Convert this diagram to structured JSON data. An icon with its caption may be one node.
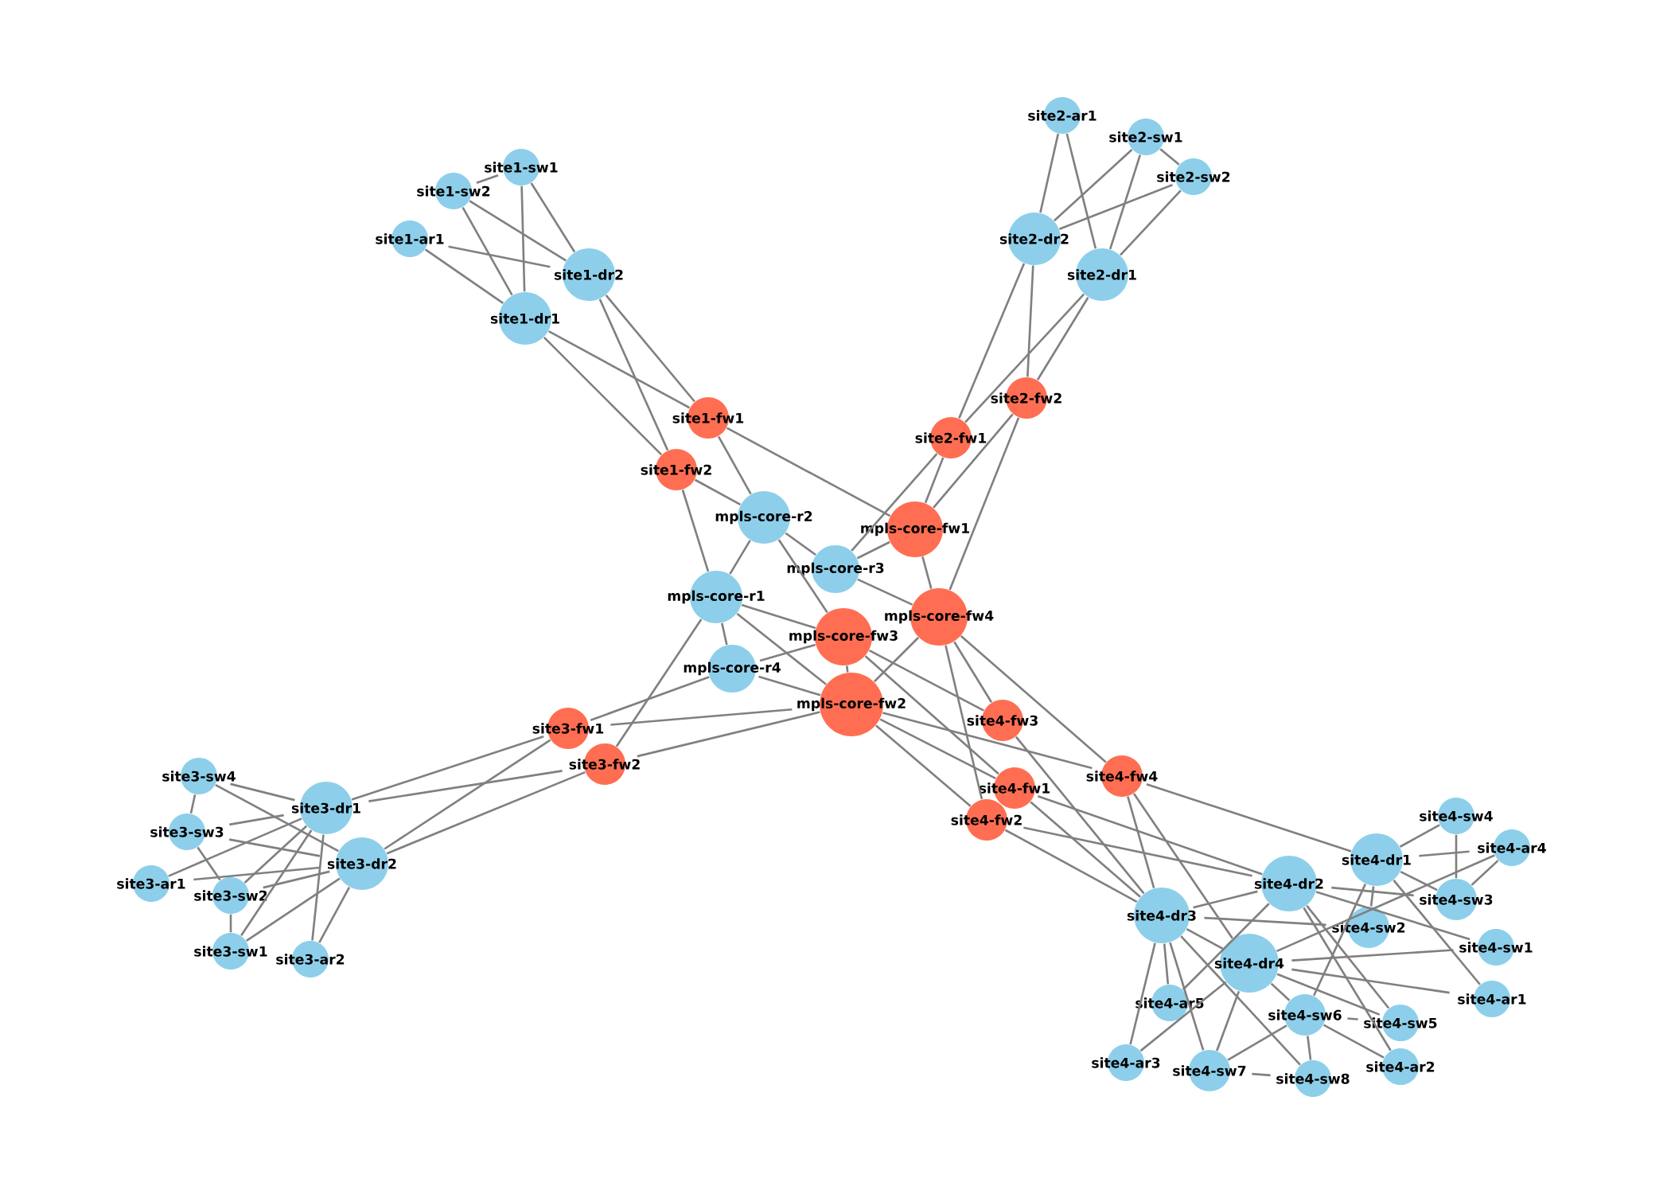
{
  "diagram": {
    "nodes": [
      {
        "text": [
          "site1-sw1"
        ]
      },
      {
        "text": [
          "site1-sw2"
        ]
      },
      {
        "text": [
          "site1-ar1"
        ]
      },
      {
        "text": [
          "site1-dr2"
        ]
      },
      {
        "text": [
          "site1-dr1"
        ]
      },
      {
        "text": [
          "site1-fw1"
        ]
      },
      {
        "text": [
          "site1-fw2"
        ]
      },
      {
        "text": [
          "site2-ar1"
        ]
      },
      {
        "text": [
          "site2-sw1"
        ]
      },
      {
        "text": [
          "site2-sw2"
        ]
      },
      {
        "text": [
          "site2-dr2"
        ]
      },
      {
        "text": [
          "site2-dr1"
        ]
      },
      {
        "text": [
          "site2-fw2"
        ]
      },
      {
        "text": [
          "site2-fw1"
        ]
      },
      {
        "text": [
          "mpls-core-r2"
        ]
      },
      {
        "text": [
          "mpls-core-r3"
        ]
      },
      {
        "text": [
          "mpls-core-fw1"
        ]
      },
      {
        "text": [
          "mpls-core-r1"
        ]
      },
      {
        "text": [
          "mpls-core-r4"
        ]
      },
      {
        "text": [
          "mpls-core-fw3"
        ]
      },
      {
        "text": [
          "mpls-core-fw4"
        ]
      },
      {
        "text": [
          "mpls-core-fw2"
        ]
      },
      {
        "text": [
          "site3-fw1"
        ]
      },
      {
        "text": [
          "site3-fw2"
        ]
      },
      {
        "text": [
          "site3-sw4"
        ]
      },
      {
        "text": [
          "site3-sw3"
        ]
      },
      {
        "text": [
          "site3-dr1"
        ]
      },
      {
        "text": [
          "site3-dr2"
        ]
      },
      {
        "text": [
          "site3-ar1"
        ]
      },
      {
        "text": [
          "site3-sw2"
        ]
      },
      {
        "text": [
          "site3-sw1"
        ]
      },
      {
        "text": [
          "site3-ar2"
        ]
      },
      {
        "text": [
          "site4-fw3"
        ]
      },
      {
        "text": [
          "site4-fw1"
        ]
      },
      {
        "text": [
          "site4-fw4"
        ]
      },
      {
        "text": [
          "site4-fw2"
        ]
      },
      {
        "text": [
          "site4-sw4"
        ]
      },
      {
        "text": [
          "site4-ar4"
        ]
      },
      {
        "text": [
          "site4-dr1"
        ]
      },
      {
        "text": [
          "site4-dr2"
        ]
      },
      {
        "text": [
          "site4-sw3"
        ]
      },
      {
        "text": [
          "site4-dr3"
        ]
      },
      {
        "text": [
          "site4-sw1"
        ]
      },
      {
        "text": [
          "site4-sw2"
        ]
      },
      {
        "text": [
          "site4-dr4"
        ]
      },
      {
        "text": [
          "site4-ar5"
        ]
      },
      {
        "text": [
          "site4-sw6"
        ]
      },
      {
        "text": [
          "site4-ar1"
        ]
      },
      {
        "text": [
          "site4-sw5"
        ]
      },
      {
        "text": [
          "site4-ar3"
        ]
      },
      {
        "text": [
          "site4-sw7"
        ]
      },
      {
        "text": [
          "site4-sw8"
        ]
      },
      {
        "text": [
          "site4-ar2"
        ]
      }
    ],
    "edges": [
      {
        "from": 0,
        "to": 1,
        "arrow": "none"
      },
      {
        "from": 0,
        "to": 3,
        "arrow": "none"
      },
      {
        "from": 0,
        "to": 4,
        "arrow": "none"
      },
      {
        "from": 1,
        "to": 3,
        "arrow": "none"
      },
      {
        "from": 1,
        "to": 4,
        "arrow": "none"
      },
      {
        "from": 2,
        "to": 3,
        "arrow": "none"
      },
      {
        "from": 2,
        "to": 4,
        "arrow": "none"
      },
      {
        "from": 3,
        "to": 5,
        "arrow": "none"
      },
      {
        "from": 3,
        "to": 6,
        "arrow": "none"
      },
      {
        "from": 4,
        "to": 5,
        "arrow": "none"
      },
      {
        "from": 4,
        "to": 6,
        "arrow": "none"
      },
      {
        "from": 5,
        "to": 14,
        "arrow": "none"
      },
      {
        "from": 5,
        "to": 16,
        "arrow": "none"
      },
      {
        "from": 6,
        "to": 17,
        "arrow": "none"
      },
      {
        "from": 6,
        "to": 14,
        "arrow": "none"
      },
      {
        "from": 7,
        "to": 10,
        "arrow": "none"
      },
      {
        "from": 7,
        "to": 11,
        "arrow": "none"
      },
      {
        "from": 8,
        "to": 10,
        "arrow": "none"
      },
      {
        "from": 8,
        "to": 11,
        "arrow": "none"
      },
      {
        "from": 9,
        "to": 10,
        "arrow": "none"
      },
      {
        "from": 9,
        "to": 11,
        "arrow": "none"
      },
      {
        "from": 8,
        "to": 9,
        "arrow": "none"
      },
      {
        "from": 10,
        "to": 12,
        "arrow": "none"
      },
      {
        "from": 10,
        "to": 13,
        "arrow": "none"
      },
      {
        "from": 11,
        "to": 12,
        "arrow": "none"
      },
      {
        "from": 11,
        "to": 13,
        "arrow": "none"
      },
      {
        "from": 12,
        "to": 16,
        "arrow": "none"
      },
      {
        "from": 12,
        "to": 20,
        "arrow": "none"
      },
      {
        "from": 13,
        "to": 16,
        "arrow": "none"
      },
      {
        "from": 13,
        "to": 15,
        "arrow": "none"
      },
      {
        "from": 14,
        "to": 17,
        "arrow": "none"
      },
      {
        "from": 14,
        "to": 15,
        "arrow": "none"
      },
      {
        "from": 15,
        "to": 16,
        "arrow": "none"
      },
      {
        "from": 17,
        "to": 18,
        "arrow": "none"
      },
      {
        "from": 14,
        "to": 19,
        "arrow": "none"
      },
      {
        "from": 17,
        "to": 19,
        "arrow": "none"
      },
      {
        "from": 18,
        "to": 21,
        "arrow": "none"
      },
      {
        "from": 15,
        "to": 20,
        "arrow": "none"
      },
      {
        "from": 16,
        "to": 20,
        "arrow": "none"
      },
      {
        "from": 19,
        "to": 21,
        "arrow": "none"
      },
      {
        "from": 20,
        "to": 21,
        "arrow": "none"
      },
      {
        "from": 17,
        "to": 21,
        "arrow": "none"
      },
      {
        "from": 18,
        "to": 19,
        "arrow": "none"
      },
      {
        "from": 22,
        "to": 26,
        "arrow": "none"
      },
      {
        "from": 22,
        "to": 27,
        "arrow": "none"
      },
      {
        "from": 23,
        "to": 26,
        "arrow": "none"
      },
      {
        "from": 23,
        "to": 27,
        "arrow": "none"
      },
      {
        "from": 22,
        "to": 21,
        "arrow": "none"
      },
      {
        "from": 22,
        "to": 18,
        "arrow": "none"
      },
      {
        "from": 23,
        "to": 21,
        "arrow": "none"
      },
      {
        "from": 23,
        "to": 17,
        "arrow": "none"
      },
      {
        "from": 24,
        "to": 26,
        "arrow": "none"
      },
      {
        "from": 24,
        "to": 27,
        "arrow": "none"
      },
      {
        "from": 25,
        "to": 26,
        "arrow": "none"
      },
      {
        "from": 25,
        "to": 27,
        "arrow": "none"
      },
      {
        "from": 28,
        "to": 26,
        "arrow": "none"
      },
      {
        "from": 28,
        "to": 27,
        "arrow": "none"
      },
      {
        "from": 29,
        "to": 26,
        "arrow": "none"
      },
      {
        "from": 29,
        "to": 27,
        "arrow": "none"
      },
      {
        "from": 30,
        "to": 26,
        "arrow": "none"
      },
      {
        "from": 30,
        "to": 27,
        "arrow": "none"
      },
      {
        "from": 31,
        "to": 26,
        "arrow": "none"
      },
      {
        "from": 31,
        "to": 27,
        "arrow": "none"
      },
      {
        "from": 24,
        "to": 25,
        "arrow": "none"
      },
      {
        "from": 25,
        "to": 29,
        "arrow": "none"
      },
      {
        "from": 29,
        "to": 30,
        "arrow": "none"
      },
      {
        "from": 32,
        "to": 19,
        "arrow": "none"
      },
      {
        "from": 32,
        "to": 20,
        "arrow": "none"
      },
      {
        "from": 33,
        "to": 21,
        "arrow": "none"
      },
      {
        "from": 33,
        "to": 19,
        "arrow": "none"
      },
      {
        "from": 34,
        "to": 20,
        "arrow": "none"
      },
      {
        "from": 34,
        "to": 21,
        "arrow": "none"
      },
      {
        "from": 35,
        "to": 21,
        "arrow": "none"
      },
      {
        "from": 35,
        "to": 20,
        "arrow": "none"
      },
      {
        "from": 34,
        "to": 38,
        "arrow": "none"
      },
      {
        "from": 32,
        "to": 41,
        "arrow": "none"
      },
      {
        "from": 33,
        "to": 39,
        "arrow": "none"
      },
      {
        "from": 33,
        "to": 41,
        "arrow": "none"
      },
      {
        "from": 34,
        "to": 44,
        "arrow": "none"
      },
      {
        "from": 34,
        "to": 41,
        "arrow": "none"
      },
      {
        "from": 35,
        "to": 41,
        "arrow": "none"
      },
      {
        "from": 35,
        "to": 39,
        "arrow": "none"
      },
      {
        "from": 36,
        "to": 38,
        "arrow": "none"
      },
      {
        "from": 37,
        "to": 40,
        "arrow": "none"
      },
      {
        "from": 36,
        "to": 40,
        "arrow": "none"
      },
      {
        "from": 37,
        "to": 38,
        "arrow": "none"
      },
      {
        "from": 37,
        "to": 44,
        "arrow": "none"
      },
      {
        "from": 40,
        "to": 38,
        "arrow": "none"
      },
      {
        "from": 40,
        "to": 39,
        "arrow": "none"
      },
      {
        "from": 42,
        "to": 39,
        "arrow": "none"
      },
      {
        "from": 42,
        "to": 44,
        "arrow": "none"
      },
      {
        "from": 43,
        "to": 41,
        "arrow": "none"
      },
      {
        "from": 43,
        "to": 38,
        "arrow": "none"
      },
      {
        "from": 47,
        "to": 44,
        "arrow": "none"
      },
      {
        "from": 47,
        "to": 38,
        "arrow": "none"
      },
      {
        "from": 48,
        "to": 39,
        "arrow": "none"
      },
      {
        "from": 48,
        "to": 44,
        "arrow": "none"
      },
      {
        "from": 46,
        "to": 38,
        "arrow": "none"
      },
      {
        "from": 46,
        "to": 44,
        "arrow": "none"
      },
      {
        "from": 46,
        "to": 48,
        "arrow": "none"
      },
      {
        "from": 52,
        "to": 39,
        "arrow": "none"
      },
      {
        "from": 52,
        "to": 46,
        "arrow": "none"
      },
      {
        "from": 50,
        "to": 41,
        "arrow": "none"
      },
      {
        "from": 50,
        "to": 44,
        "arrow": "none"
      },
      {
        "from": 50,
        "to": 46,
        "arrow": "none"
      },
      {
        "from": 50,
        "to": 51,
        "arrow": "none"
      },
      {
        "from": 51,
        "to": 46,
        "arrow": "none"
      },
      {
        "from": 51,
        "to": 41,
        "arrow": "none"
      },
      {
        "from": 49,
        "to": 41,
        "arrow": "none"
      },
      {
        "from": 49,
        "to": 44,
        "arrow": "none"
      },
      {
        "from": 45,
        "to": 41,
        "arrow": "none"
      },
      {
        "from": 45,
        "to": 39,
        "arrow": "none"
      },
      {
        "from": 41,
        "to": 39,
        "arrow": "none"
      },
      {
        "from": 41,
        "to": 44,
        "arrow": "none"
      }
    ]
  }
}
